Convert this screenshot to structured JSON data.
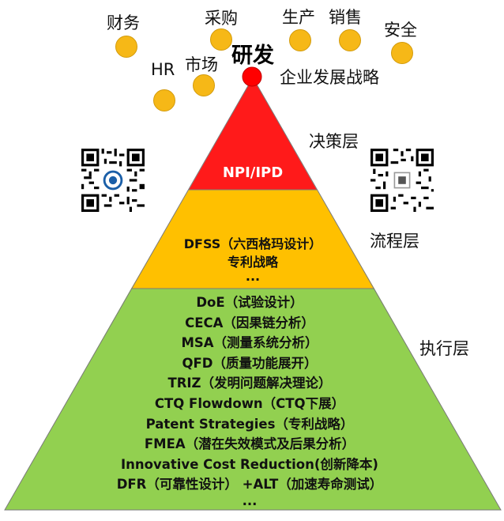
{
  "top": {
    "title": "研发",
    "departments": [
      "财务",
      "采购",
      "生产",
      "销售",
      "安全",
      "HR",
      "市场",
      "企业发展战略"
    ]
  },
  "tiers": {
    "decision": "决策层",
    "process": "流程层",
    "execution": "执行层"
  },
  "pyramid": {
    "top_label": "NPI/IPD",
    "middle_lines": [
      "DFSS（六西格玛设计）",
      "专利战略",
      "..."
    ],
    "bottom_lines": [
      "DoE（试验设计）",
      "CECA（因果链分析）",
      "MSA（测量系统分析）",
      "QFD（质量功能展开）",
      "TRIZ（发明问题解决理论）",
      "CTQ Flowdown（CTQ下展）",
      "Patent Strategies（专利战略）",
      "FMEA（潜在失效模式及后果分析）",
      "Innovative Cost Reduction(创新降本)",
      "DFR（可靠性设计） +ALT（加速寿命测试）",
      "..."
    ]
  },
  "colors": {
    "top": "#ff1a1a",
    "middle": "#ffc000",
    "bottom": "#92d050",
    "bubble": "#f6b817",
    "apex_dot": "#ff0000"
  },
  "icons": [
    "qr-code-icon",
    "qr-code-icon"
  ]
}
